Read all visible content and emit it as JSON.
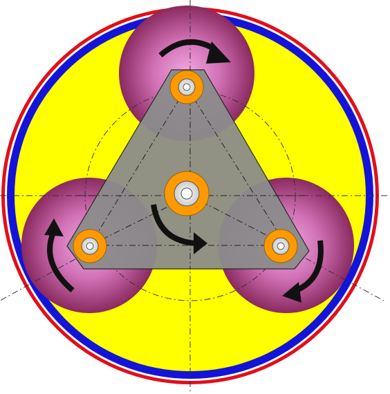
{
  "colors": {
    "background": "#ffffff",
    "outer_ring": "#e0101a",
    "inner_ring": "#1414d8",
    "housing": "#ffff00",
    "planet_light": "#e88ad0",
    "planet_dark": "#8a2a60",
    "carrier_plate": "#8c8c8c",
    "bearing": "#ff9900",
    "arrow": "#111111",
    "centerline": "#333333"
  },
  "components": {
    "housing": "yellow-housing",
    "outer_ring": "red-ring",
    "inner_ring": "blue-ring",
    "carrier": "triangular-carrier-plate",
    "planets": [
      "planet-top",
      "planet-left",
      "planet-right"
    ],
    "bearings": [
      "bearing-center",
      "bearing-top",
      "bearing-left",
      "bearing-right"
    ]
  },
  "rotation": {
    "planets": "clockwise",
    "carrier": "counter-clockwise"
  },
  "icons": [
    "rotation-arrow-icon"
  ]
}
